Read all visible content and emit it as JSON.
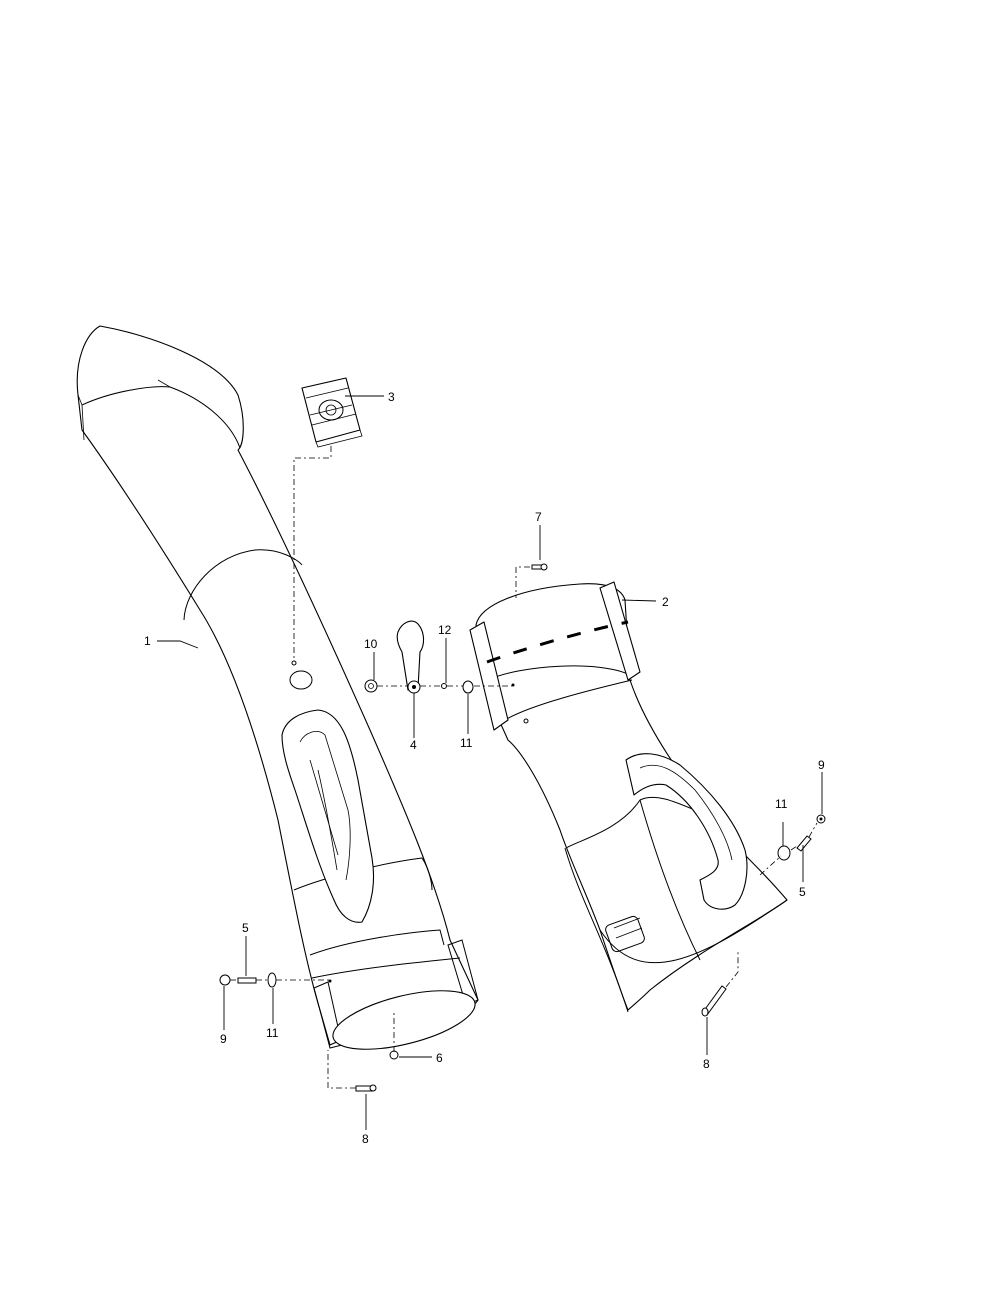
{
  "callouts": {
    "c1": "1",
    "c2": "2",
    "c3": "3",
    "c4": "4",
    "c5a": "5",
    "c5b": "5",
    "c6": "6",
    "c7": "7",
    "c8a": "8",
    "c8b": "8",
    "c9a": "9",
    "c9b": "9",
    "c10": "10",
    "c11a": "11",
    "c11b": "11",
    "c11c": "11",
    "c12": "12"
  }
}
